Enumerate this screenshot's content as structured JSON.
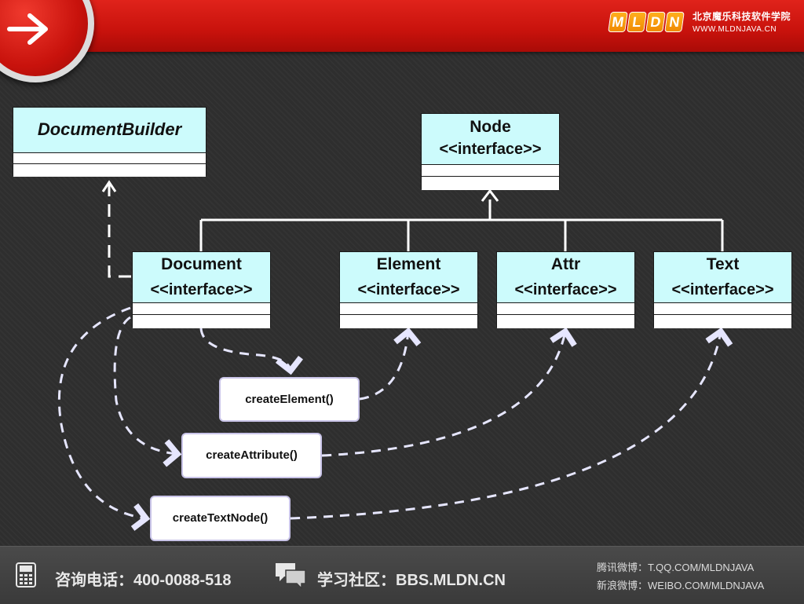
{
  "header": {
    "logo_letters": [
      "M",
      "L",
      "D",
      "N"
    ],
    "brand_cn": "北京魔乐科技软件学院",
    "brand_url": "WWW.MLDNJAVA.CN"
  },
  "diagram": {
    "document_builder": {
      "name": "DocumentBuilder"
    },
    "node": {
      "name": "Node",
      "stereotype": "<<interface>>"
    },
    "document": {
      "name": "Document",
      "stereotype": "<<interface>>"
    },
    "element": {
      "name": "Element",
      "stereotype": "<<interface>>"
    },
    "attr": {
      "name": "Attr",
      "stereotype": "<<interface>>"
    },
    "text": {
      "name": "Text",
      "stereotype": "<<interface>>"
    },
    "methods": {
      "create_element": "createElement()",
      "create_attribute": "createAttribute()",
      "create_text_node": "createTextNode()"
    }
  },
  "footer": {
    "phone_label": "咨询电话：400-0088-518",
    "forum_label": "学习社区：BBS.MLDN.CN",
    "tencent_weibo": "腾讯微博：T.QQ.COM/MLDNJAVA",
    "sina_weibo": "新浪微博：WEIBO.COM/MLDNJAVA",
    "phone_icon": "phone-icon",
    "chat_icon": "chat-bubbles-icon"
  },
  "colors": {
    "header_red": "#c8120c",
    "box_fill": "#ccfbfc",
    "connector": "#e6e6ff"
  }
}
